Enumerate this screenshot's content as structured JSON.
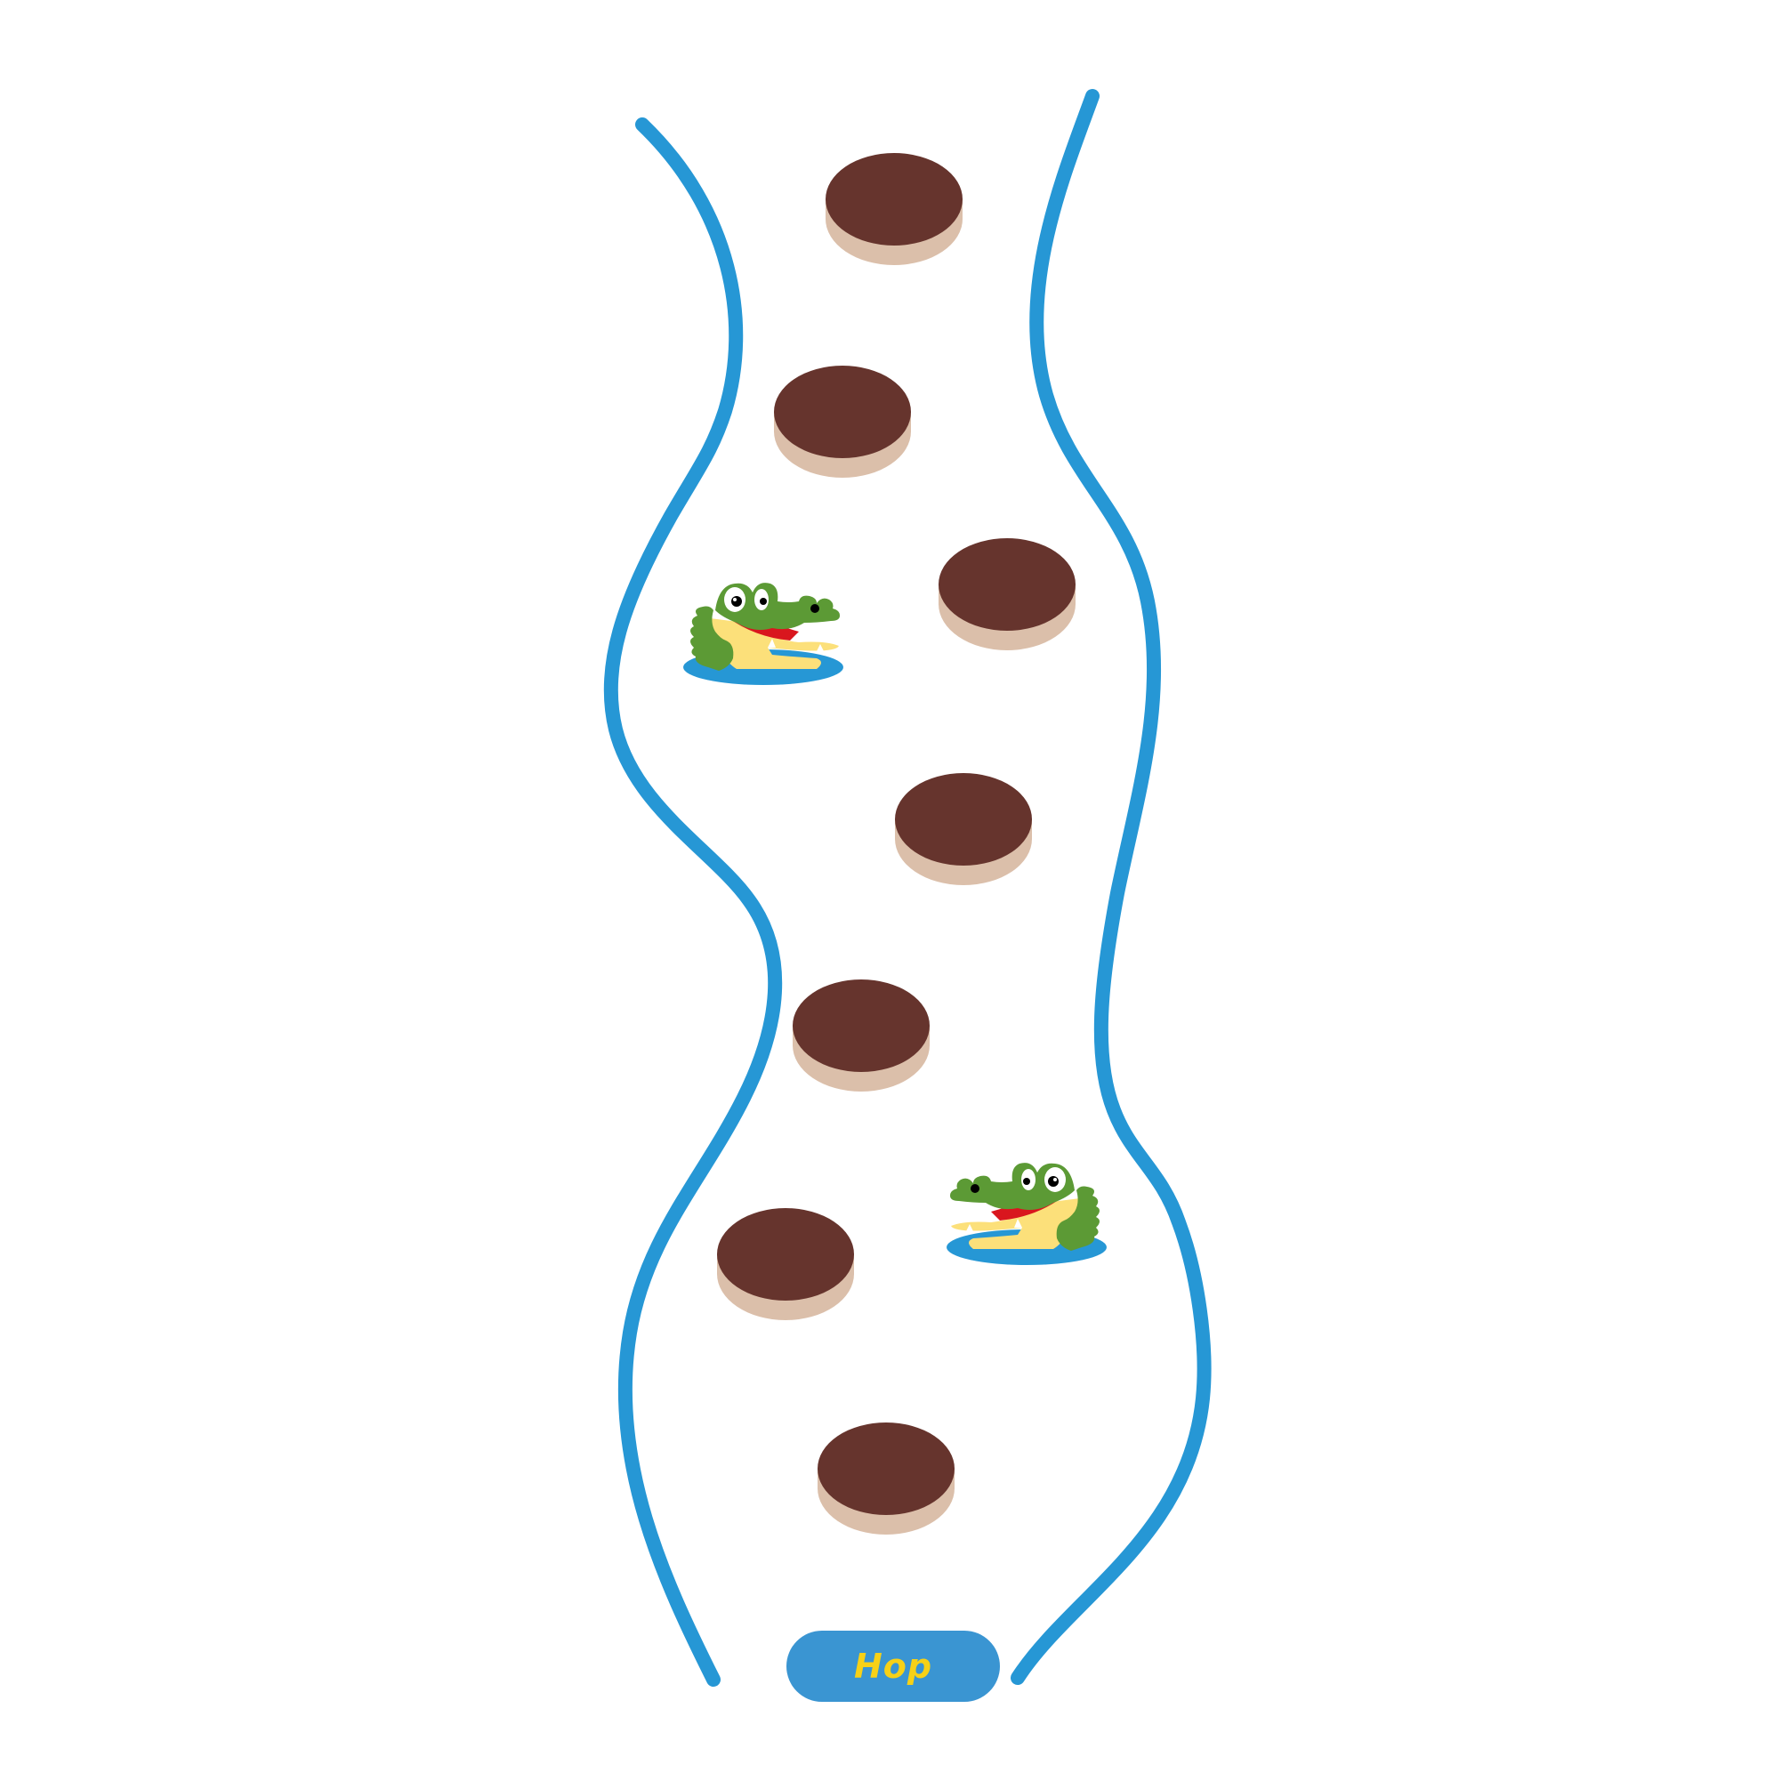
{
  "colors": {
    "background": "#ffffff",
    "river_bank": "#2697d5",
    "stone_top": "#66342d",
    "stone_side": "#dbbfaa",
    "croc_body": "#5c9a35",
    "croc_belly": "#fce07a",
    "croc_mouth": "#d9161e",
    "water": "#2697d5",
    "button_bg": "#3a95d2",
    "button_text": "#f7d117"
  },
  "river": {
    "left_bank_name": "river-left-bank",
    "right_bank_name": "river-right-bank"
  },
  "stones": [
    {
      "name": "stone-1"
    },
    {
      "name": "stone-2"
    },
    {
      "name": "stone-3"
    },
    {
      "name": "stone-4"
    },
    {
      "name": "stone-5"
    },
    {
      "name": "stone-6"
    },
    {
      "name": "stone-7"
    }
  ],
  "crocodiles": [
    {
      "name": "crocodile-left",
      "icon": "crocodile-icon",
      "facing": "right"
    },
    {
      "name": "crocodile-right",
      "icon": "crocodile-icon",
      "facing": "left"
    }
  ],
  "hop_button": {
    "label": "Hop"
  }
}
